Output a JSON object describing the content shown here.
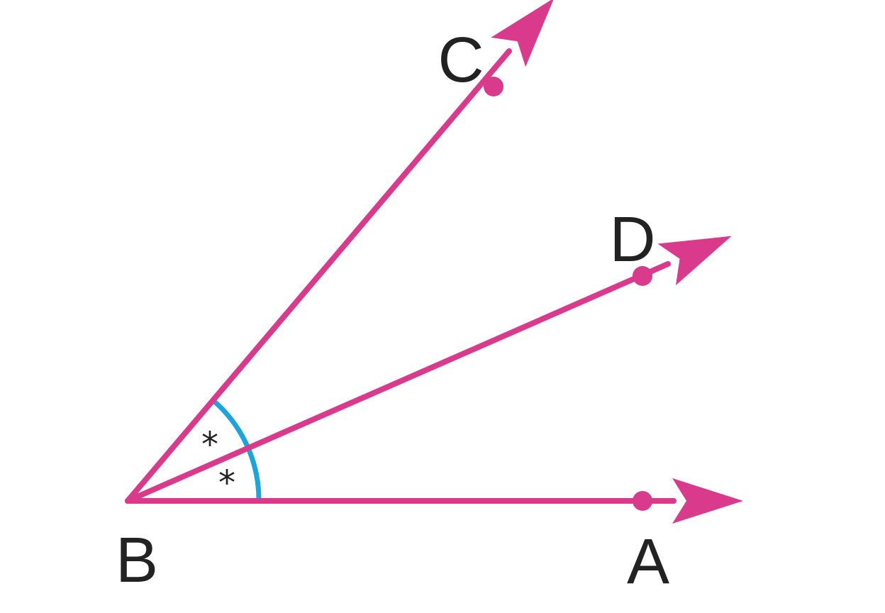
{
  "colors": {
    "ray": "#d93a8c",
    "arc": "#1aa5dc",
    "text": "#222222",
    "background": "#ffffff"
  },
  "points": {
    "A": "A",
    "B": "B",
    "C": "C",
    "D": "D"
  },
  "angle_marks": {
    "upper": "*",
    "lower": "*"
  }
}
